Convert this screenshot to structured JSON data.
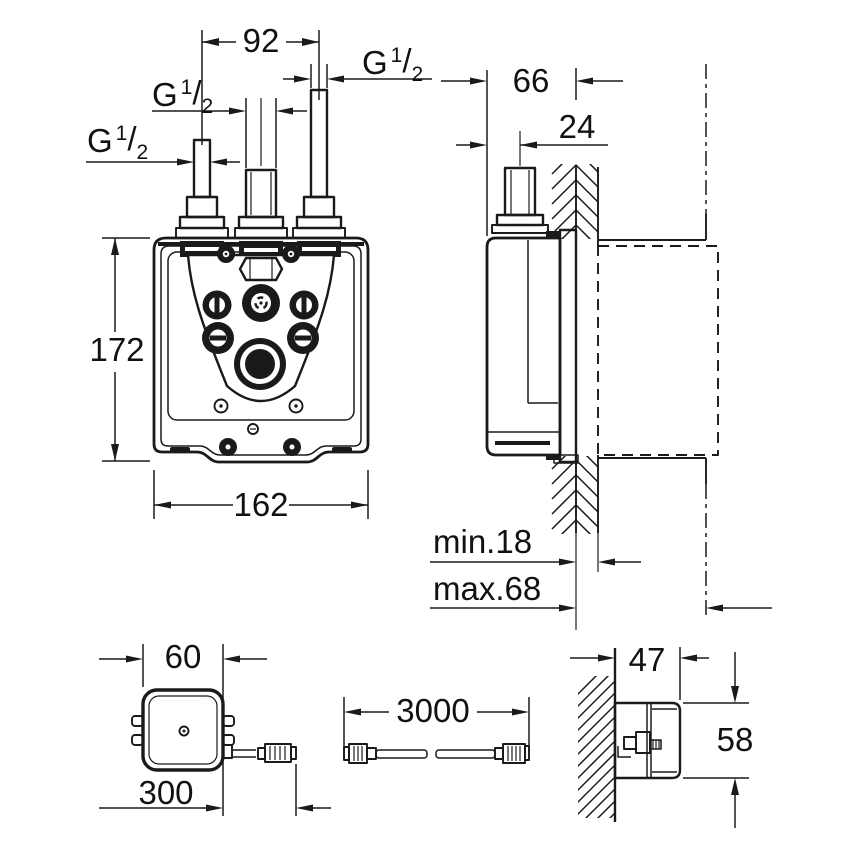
{
  "colors": {
    "ink": "#1a1a1a",
    "background": "#ffffff"
  },
  "front_view": {
    "pipe_spacing": "92",
    "body_height": "172",
    "body_width": "162",
    "thread": {
      "g": "G",
      "num": "1",
      "slash": "/",
      "den": "2"
    }
  },
  "side_view": {
    "depth": "66",
    "pipe_offset": "24",
    "plaster_min": "min.18",
    "plaster_max": "max.68"
  },
  "power_supply_view": {
    "width": "60",
    "cable_length": "300"
  },
  "cable_view": {
    "length": "3000"
  },
  "bracket_view": {
    "depth": "47",
    "height": "58"
  }
}
